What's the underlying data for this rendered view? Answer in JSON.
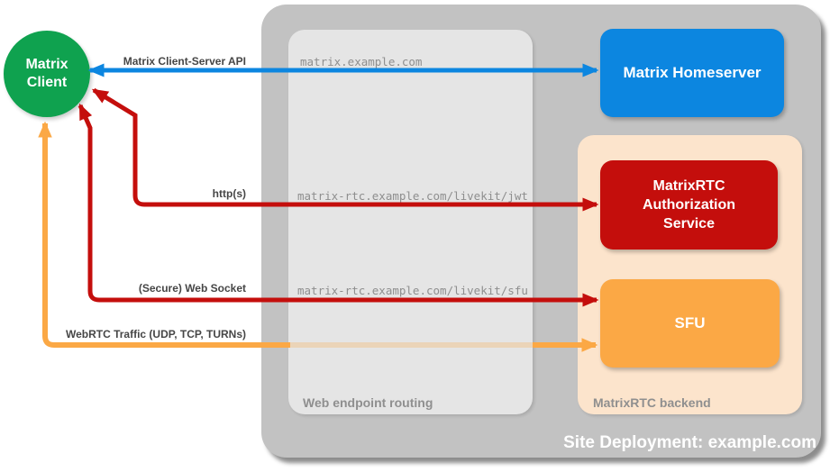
{
  "client": {
    "label": "Matrix Client"
  },
  "site": {
    "label": "Site Deployment: example.com"
  },
  "routing": {
    "label": "Web endpoint routing"
  },
  "backend": {
    "label": "MatrixRTC backend"
  },
  "nodes": {
    "homeserver": {
      "label": "Matrix Homeserver"
    },
    "auth_service": {
      "label": "MatrixRTC Authorization Service"
    },
    "sfu": {
      "label": "SFU"
    }
  },
  "connections": [
    {
      "label": "Matrix Client-Server API",
      "route": "matrix.example.com",
      "color": "#0C86E0",
      "from": "Matrix Client",
      "to": "Matrix Homeserver",
      "bidirectional": true
    },
    {
      "label": "http(s)",
      "route": "matrix-rtc.example.com/livekit/jwt",
      "color": "#C40E0C",
      "from": "Matrix Client",
      "to": "MatrixRTC Authorization Service",
      "bidirectional": true
    },
    {
      "label": "(Secure) Web Socket",
      "route": "matrix-rtc.example.com/livekit/sfu",
      "color": "#C40E0C",
      "from": "Matrix Client",
      "to": "SFU",
      "bidirectional": true
    },
    {
      "label": "WebRTC Traffic (UDP, TCP, TURNs)",
      "route": "",
      "color": "#FBA845",
      "from": "Matrix Client",
      "to": "SFU",
      "bidirectional": true,
      "bypasses": "Web endpoint routing"
    }
  ],
  "colors": {
    "client_green": "#0FA24F",
    "homeserver_blue": "#0C86E0",
    "auth_red": "#C40E0C",
    "sfu_orange": "#FBA845",
    "backend_peach": "#FCE4CC",
    "container_gray": "#C2C2C2",
    "routing_gray": "#E5E5E5"
  }
}
